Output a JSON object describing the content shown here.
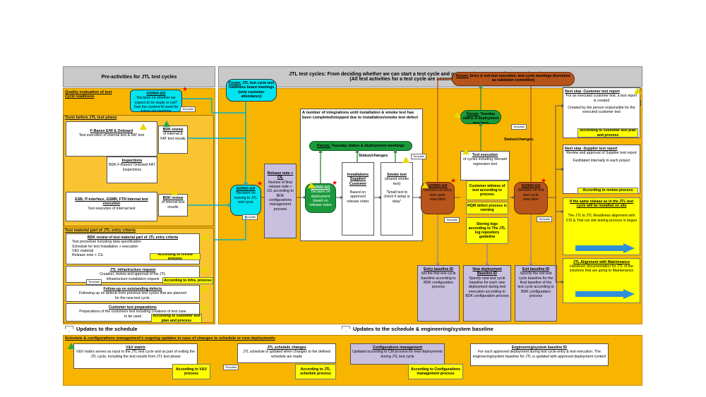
{
  "headers": {
    "pre": "Pre-activities for JTL test cycles",
    "main_line1": "JTL test cycles: From deciding whether we can start a test cycle and going to the next step for approving the test report.",
    "main_line2": "(All test activities for a test cycle are according to the JTL schedule.)"
  },
  "pre": {
    "quality_title": "Quality evaluation of test cycle readiness",
    "gonogo1_title": "GO/NO-GO",
    "gonogo1_text": "Decision on whether we expect to be ready or not? Due the content fit need for future sho-testning",
    "tests_before_title": "Tests before JTL test phase",
    "fbanen_title": "F-Banen E/W & Onboard",
    "fbanen_text": "Test execution of internal test & FAT test",
    "bdk1_title": "BDK review",
    "bdk1_text": "of internal & FAT test results",
    "inspections_title": "Inspections",
    "inspections_text": "BDK F-Banen/ Onboard FAT inspections",
    "esb_title": "ESB, IT-interface, GSMR, FTN Internal test execution",
    "esb_text": "Test execution of internal test",
    "bdk2_title": "BDK review",
    "bdk2_text": "of internal test results",
    "material_title": "Test material part of JTL entry criteria",
    "bdkmat_title": "BDK review of test material part of JTL entry criteria",
    "bdkmat_items": [
      "Test procedure including data specification",
      "Schedule for test Installation + execution",
      "V&V material",
      "Release note + CIL"
    ],
    "review_process": "According to review process",
    "infra_title": "JTL infrastructure request",
    "infra_text": "Creation, review and approval of the JTL infrastructure installation request",
    "infra_process": "According to infra. process",
    "followup_title": "Follow-up on outstanding defects",
    "followup_text": "Following up on defects from previous test cycles that are planned for the new test cycle.",
    "custprep_title": "Customer test preparations",
    "custprep_text": "Preperations of the customers test including creations of test case to be used",
    "custprep_process": "According to customer test plan and process"
  },
  "main": {
    "forum_board_label": "Forum:",
    "forum_board_text": "JTL test cycle test readiness board meetings (only customer attendance)",
    "gonogo2_title": "GO/NO-GO",
    "gonogo2_text": "Decision on moving to JTL test cycle",
    "release_title": "Release note + CIL",
    "release_text": "Review of final release note + CIL according to BDK configurations management process",
    "integrations_note": "A number of integrations until installation & smoke test has been completed/stopped due to installation/smoke test defect",
    "forum_tue1_label": "Forum:",
    "forum_tue1_text": "Tuesday status & deployment meetings",
    "status_changes1": "Status/changes",
    "gonogo3_title": "GO/NO-GO",
    "gonogo3_text": "Decision on deployment based on release notes",
    "install_title": "Installations Supplier/ Customer",
    "install_text": "Based on approved release notes",
    "smoke_title": "Smoke test",
    "smoke_sub": "(shared smoke test)",
    "smoke_text": "\"Small test to check if setup is okay\"",
    "forum_entry_label": "Forum:",
    "forum_entry_text": "Entry & exit test execution, test cycle meetings (functions as validation committee)",
    "forum_tue2_label": "Forum:",
    "forum_tue2_text": "Tuesday status & deployment meetings",
    "status_changes2": "Status/changes",
    "gonogo4_title": "GO/NO-GO",
    "gonogo4_text": "Decision on entry test cycle execution",
    "testexec_title": "Test execution",
    "testexec_text": "of cycles including relevant regression test",
    "cust_witness": "Customer witness of test according to process",
    "rqm": "RQM defect process is running",
    "storing_logs": "Storing logs according to The JTL log repository guideline",
    "gonogo5_title": "GO/NO-GO",
    "gonogo5_text": "Decision on exit test cycle execution",
    "entry_baseline_title": "Entry baseline ID",
    "entry_baseline_text": "Set the first test cycle baseline according to BDK configuration process",
    "newdep_title": "New deployment Baseline ID",
    "newdep_text": "Specify next test cycle baseline for each new deployment during test execution according to BDK configuration process",
    "exit_baseline_title": "Exit baseline ID",
    "exit_baseline_text": "Specify the exit test cycle baseline for the final baseline of the test cycle according to BDK configuration process",
    "next_cust_title": "Next step -Customer test report",
    "next_cust_text1": "For an executed customer test, a test report is created",
    "next_cust_text2": "Created by the person responsible for the executed customer test",
    "next_cust_process": "According to customer test plan and process",
    "next_sup_title": "Next step -Supplier test report",
    "next_sup_text1": "Review and approval of Supplier test report",
    "next_sup_text2": "Facilitated internally in each project",
    "next_sup_process": "According to review process",
    "same_release_title": "If the same release as in the JTL test cycle will be installed on site",
    "same_release_text": "The JTL to JTL Readiness alignment with CSI & Trial run site testing process is begun",
    "jtl_align_title": "JTL Alignment with Maintenance",
    "jtl_align_text": "Handover documentation for JTL of the solutions that are going to Maintenance"
  },
  "template_label": "Template",
  "updates": {
    "schedule": "Updates to the schedule",
    "schedule_eng": "Updates to the schedule & engineering/system baseline"
  },
  "bottom": {
    "title": "Schedule & configurations management's ongoing updates in case of changes to schedule or new deployments",
    "vv_title": "V&V matrix",
    "vv_text": "V&V matrix serves as input to the JTL test cycle and as part of exiting the JTL cycle, including the test results from JTL test phase",
    "vv_process": "According to V&V process",
    "sched_title": "JTL schedule changes",
    "sched_text": "JTL schedule is updated when changes to the defined schedule are made",
    "sched_process": "According to JTL schedule process",
    "config_title": "Configurations management",
    "config_text": "Updated according to CM process for new deployments during JTL test cycle",
    "config_process": "According to Configurations management process",
    "eng_title": "Engineering/system baseline ID",
    "eng_text": "For each approved deployment during test cycle entry & test execution. The engineering/system baseline for JTL is updated with approved deployment content"
  },
  "colors": {
    "panel": "#f7b500",
    "cyan": "#00e5f0",
    "green": "#1b9a3c",
    "brown": "#b6541c",
    "lavender": "#c9bfde",
    "yellow": "#ffff00",
    "blue_arrow": "#2f8fd8"
  }
}
